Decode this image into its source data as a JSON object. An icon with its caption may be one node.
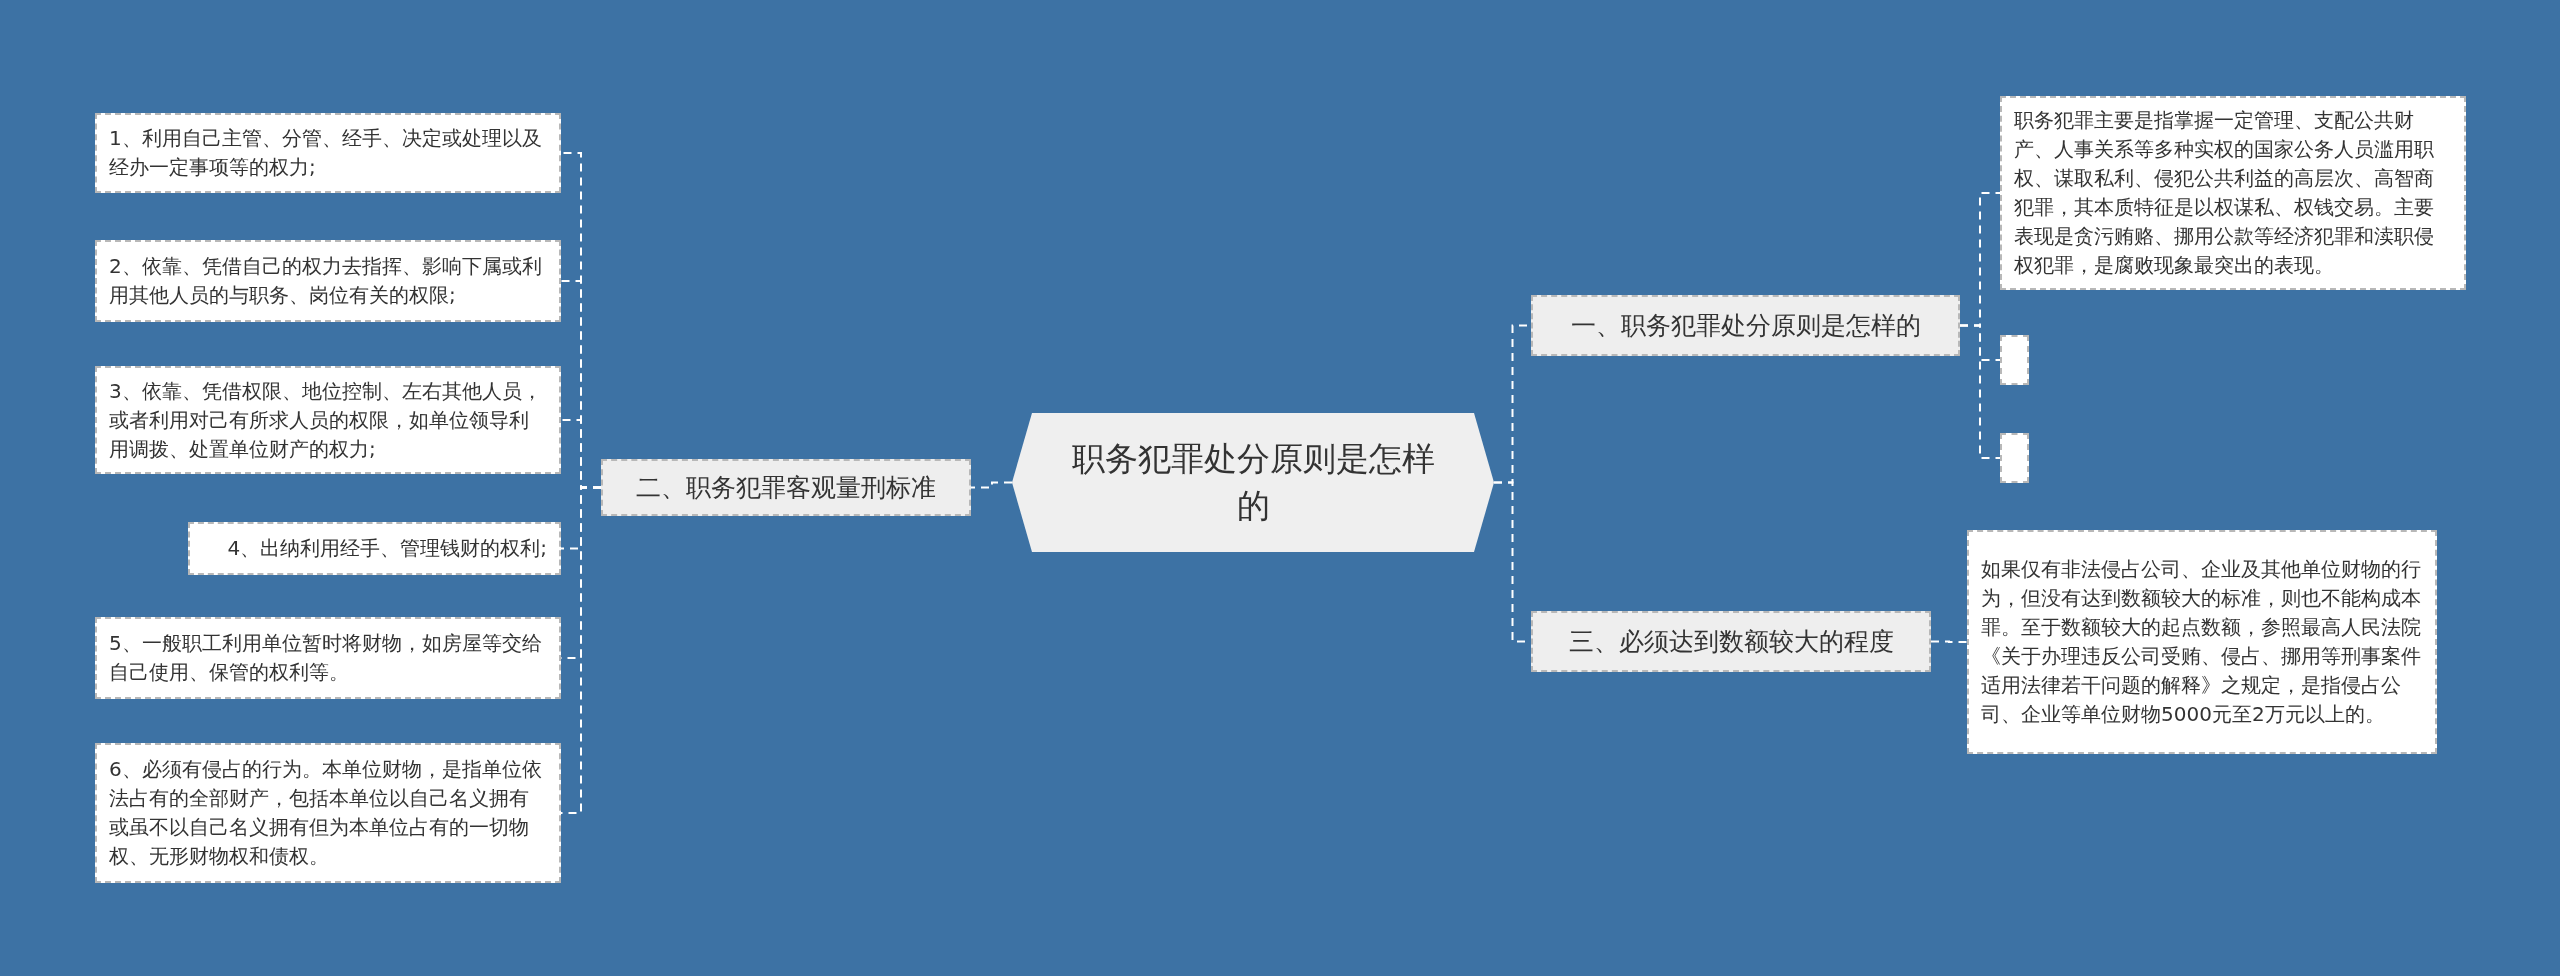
{
  "diagram": {
    "nodes": [
      {
        "text": [
          "职务犯罪处分原则是怎样的"
        ]
      },
      {
        "text": [
          "一、职务犯罪处分原则是怎样的"
        ]
      },
      {
        "text": [
          "职务犯罪主要是指掌握一定管理、支配公共财产、人事关系等多种实权的国家公务人员滥用职权、谋取私利、侵犯公共利益的高层次、高智商犯罪，其本质特征是以权谋私、权钱交易。主要表现是贪污贿赂、挪用公款等经济犯罪和渎职侵权犯罪，是腐败现象最突出的表现。"
        ]
      },
      {
        "text": [],
        "shape": "box"
      },
      {
        "text": [],
        "shape": "box"
      },
      {
        "text": [
          "三、必须达到数额较大的程度"
        ]
      },
      {
        "text": [
          "如果仅有非法侵占公司、企业及其他单位财物的行为，但没有达到数额较大的标准，则也不能构成本罪。至于数额较大的起点数额，参照最高人民法院《关于办理违反公司受贿、侵占、挪用等刑事案件适用法律若干问题的解释》之规定，是指侵占公司、企业等单位财物5000元至2万元以上的。"
        ]
      },
      {
        "text": [
          "二、职务犯罪客观量刑标准"
        ]
      },
      {
        "text": [
          "1、利用自己主管、分管、经手、决定或处理以及经办一定事项等的权力;"
        ]
      },
      {
        "text": [
          "2、依靠、凭借自己的权力去指挥、影响下属或利用其他人员的与职务、岗位有关的权限;"
        ]
      },
      {
        "text": [
          "3、依靠、凭借权限、地位控制、左右其他人员，或者利用对己有所求人员的权限，如单位领导利用调拨、处置单位财产的权力;"
        ]
      },
      {
        "text": [
          "4、出纳利用经手、管理钱财的权利;"
        ]
      },
      {
        "text": [
          "5、一般职工利用单位暂时将财物，如房屋等交给自己使用、保管的权利等。"
        ]
      },
      {
        "text": [
          "6、必须有侵占的行为。本单位财物，是指单位依法占有的全部财产，包括本单位以自己名义拥有或虽不以自己名义拥有但为本单位占有的一切物权、无形财物权和债权。"
        ]
      }
    ],
    "edges": [
      {
        "from": 0,
        "to": 1,
        "arrow": "none"
      },
      {
        "from": 1,
        "to": 2,
        "arrow": "none"
      },
      {
        "from": 1,
        "to": 3,
        "arrow": "none"
      },
      {
        "from": 1,
        "to": 4,
        "arrow": "none"
      },
      {
        "from": 0,
        "to": 5,
        "arrow": "none"
      },
      {
        "from": 5,
        "to": 6,
        "arrow": "none"
      },
      {
        "from": 0,
        "to": 7,
        "arrow": "none"
      },
      {
        "from": 7,
        "to": 8,
        "arrow": "none"
      },
      {
        "from": 7,
        "to": 9,
        "arrow": "none"
      },
      {
        "from": 7,
        "to": 10,
        "arrow": "none"
      },
      {
        "from": 7,
        "to": 11,
        "arrow": "none"
      },
      {
        "from": 7,
        "to": 12,
        "arrow": "none"
      },
      {
        "from": 7,
        "to": 13,
        "arrow": "none"
      }
    ]
  }
}
